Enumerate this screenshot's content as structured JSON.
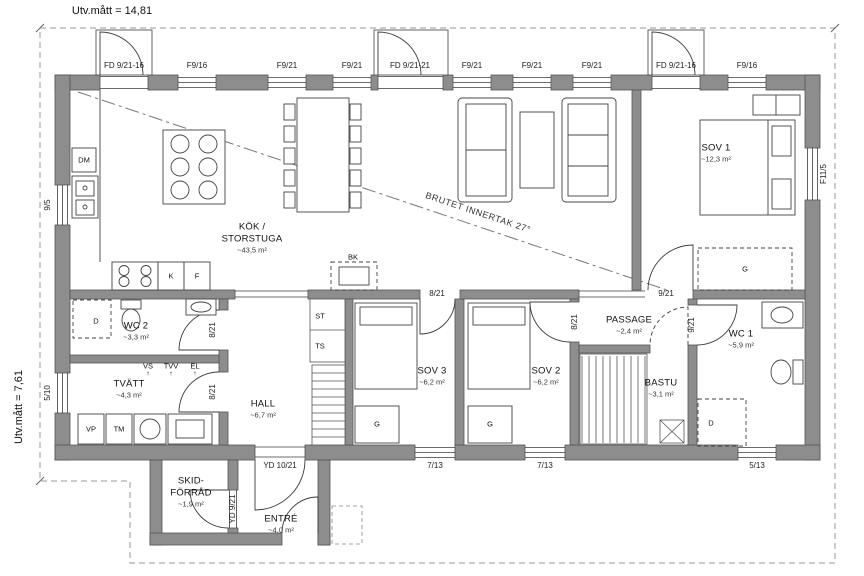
{
  "dims": {
    "width_label": "Utv.mått = 14,81",
    "height_label": "Utv.mått = 7,61"
  },
  "top_openings": [
    {
      "label": "FD 9/21-16"
    },
    {
      "label": "F9/16"
    },
    {
      "label": "F9/21"
    },
    {
      "label": "F9/21"
    },
    {
      "label": "FD 9/21-21"
    },
    {
      "label": "F9/21"
    },
    {
      "label": "F9/21"
    },
    {
      "label": "F9/21"
    },
    {
      "label": "FD 9/21-16"
    },
    {
      "label": "F9/16"
    }
  ],
  "side_openings": {
    "left_top": "9/5",
    "left_bottom": "5/10",
    "right": "F11/5",
    "bottom_hall_door": "YD 10/21",
    "bottom_sov3": "7/13",
    "bottom_sov2": "7/13",
    "bottom_wc1": "5/13",
    "skid_door": "YD 9/21"
  },
  "interior_doors": {
    "wc2": "8/21",
    "tvatt": "8/21",
    "sov3": "8/21",
    "sov2": "8/21",
    "sov1": "9/21",
    "wc1": "9/21"
  },
  "rooms": {
    "kok": {
      "name": "KÖK /",
      "name2": "STORSTUGA",
      "area": "~43,5 m²"
    },
    "sov1": {
      "name": "SOV 1",
      "area": "~12,3 m²"
    },
    "wc2": {
      "name": "WC 2",
      "area": "~3,3 m²"
    },
    "tvatt": {
      "name": "TVÄTT",
      "area": "~4,3 m²"
    },
    "hall": {
      "name": "HALL",
      "area": "~6,7 m²"
    },
    "sov3": {
      "name": "SOV 3",
      "area": "~6,2 m²"
    },
    "sov2": {
      "name": "SOV 2",
      "area": "~6,2 m²"
    },
    "passage": {
      "name": "PASSAGE",
      "area": "~2,4 m²"
    },
    "bastu": {
      "name": "BASTU",
      "area": "~3,1 m²"
    },
    "wc1": {
      "name": "WC 1",
      "area": "~5,9 m²"
    },
    "skid": {
      "name": "SKID-",
      "name2": "FÖRRÅD",
      "area": "~1,9 m²"
    },
    "entre": {
      "name": "ENTRÉ",
      "area": "~4,0 m²"
    }
  },
  "fixtures": {
    "dm": "DM",
    "k": "K",
    "f": "F",
    "st": "ST",
    "ts": "TS",
    "bk": "BK",
    "g": "G",
    "d": "D",
    "vp": "VP",
    "tm": "TM",
    "vs": "VS",
    "tvv": "TVV",
    "el": "EL",
    "arrow": "↑"
  },
  "annotations": {
    "ceiling": "BRUTET INNERTAK 27°"
  },
  "colors": {
    "wall": "#8d8d8d",
    "line": "#3c3c3c",
    "boundary": "#9a9a9a"
  }
}
